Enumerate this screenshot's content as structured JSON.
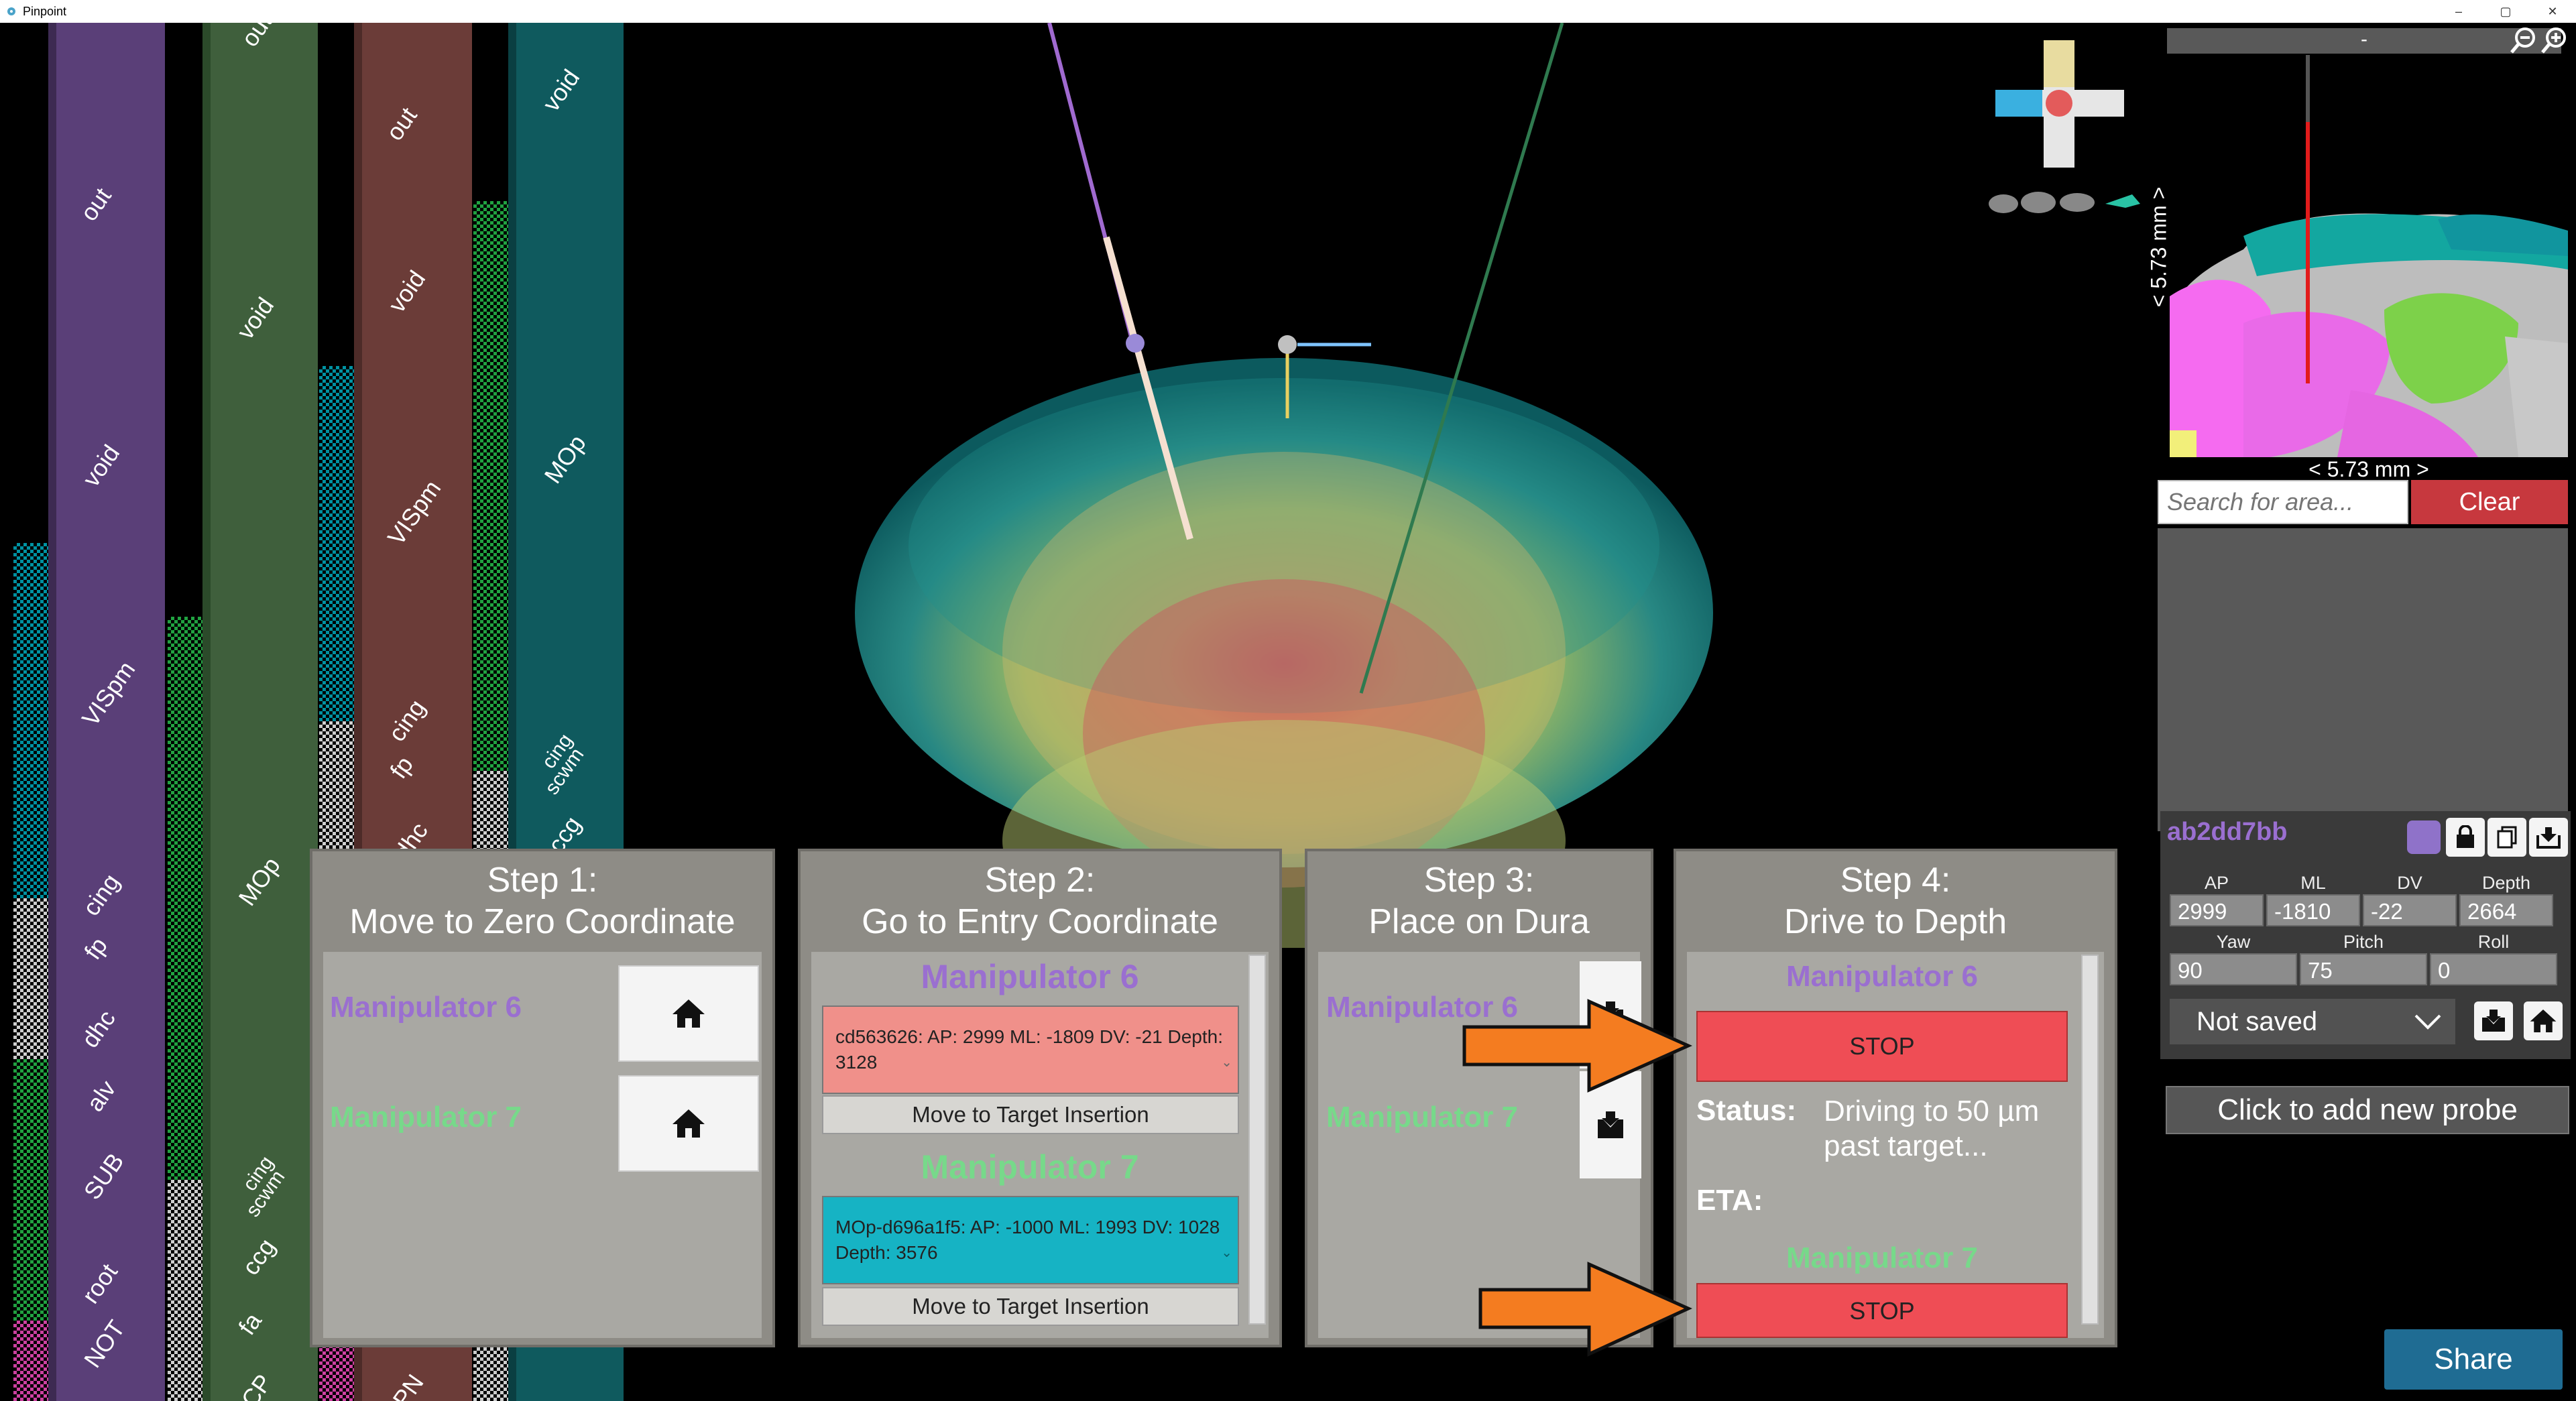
{
  "window": {
    "title": "Pinpoint",
    "controls": [
      "–",
      "▢",
      "✕"
    ]
  },
  "tracks": [
    {
      "id": "track-1",
      "color": "#5a3f78",
      "labels": [
        "out",
        "void",
        "VISpm",
        "cing",
        "fp",
        "dhc",
        "alv",
        "SUB",
        "root",
        "NOT"
      ]
    },
    {
      "id": "track-2",
      "color": "#3f5f3c",
      "labels": [
        "out",
        "void",
        "MOp",
        "cing",
        "scwm",
        "ccg",
        "fa",
        "CP"
      ]
    },
    {
      "id": "track-3",
      "color": "#6b3c38",
      "labels": [
        "out",
        "void",
        "VISpm",
        "cing",
        "fp",
        "dhc",
        "PN"
      ]
    },
    {
      "id": "track-4",
      "color": "#0f5a5e",
      "labels": [
        "void",
        "MOp",
        "cing",
        "scwm",
        "ccg"
      ]
    }
  ],
  "steps": {
    "step1": {
      "title_line1": "Step 1:",
      "title_line2": "Move to Zero Coordinate",
      "manip6": "Manipulator 6",
      "manip7": "Manipulator 7"
    },
    "step2": {
      "title_line1": "Step 2:",
      "title_line2": "Go to Entry Coordinate",
      "manip6": "Manipulator 6",
      "manip6_insertion": "cd563626: AP: 2999 ML: -1809 DV: -21 Depth: 3128",
      "manip6_color": "#f0908a",
      "move_btn": "Move to Target Insertion",
      "manip7": "Manipulator 7",
      "manip7_insertion": "MOp-d696a1f5: AP: -1000 ML: 1993 DV: 1028 Depth: 3576",
      "manip7_color": "#16b3c4"
    },
    "step3": {
      "title_line1": "Step 3:",
      "title_line2": "Place on Dura",
      "manip6": "Manipulator 6",
      "manip7": "Manipulator 7"
    },
    "step4": {
      "title_line1": "Step 4:",
      "title_line2": "Drive to Depth",
      "manip6": "Manipulator 6",
      "stop": "STOP",
      "status_label": "Status:",
      "status_value": "Driving to 50 µm past target...",
      "eta_label": "ETA:",
      "manip7": "Manipulator 7"
    }
  },
  "right_panel": {
    "top_bar": "-",
    "scale_vertical": "< 5.73 mm >",
    "scale_horizontal": "< 5.73 mm >",
    "search_placeholder": "Search for area...",
    "clear": "Clear",
    "probe": {
      "name": "ab2dd7bb",
      "name_color": "#9a6fd0",
      "fields": {
        "AP": "2999",
        "ML": "-1810",
        "DV": "-22",
        "Depth": "2664",
        "Yaw": "90",
        "Pitch": "75",
        "Roll": "0"
      },
      "saved_status": "Not saved"
    },
    "add_probe": "Click to add new probe",
    "share": "Share"
  }
}
